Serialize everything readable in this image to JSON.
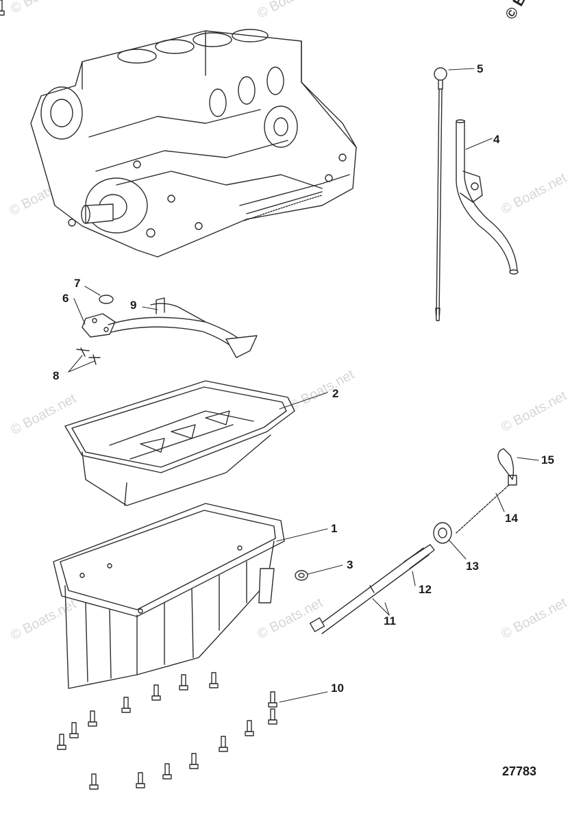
{
  "diagram": {
    "figure_number": "27783",
    "watermark_text": "© Boats.net",
    "copyright_mark": "© B",
    "line_color": "#2b2b2b",
    "callouts": [
      {
        "id": "1",
        "label": "1"
      },
      {
        "id": "2",
        "label": "2"
      },
      {
        "id": "3",
        "label": "3"
      },
      {
        "id": "4",
        "label": "4"
      },
      {
        "id": "5",
        "label": "5"
      },
      {
        "id": "6",
        "label": "6"
      },
      {
        "id": "7",
        "label": "7"
      },
      {
        "id": "8",
        "label": "8"
      },
      {
        "id": "9",
        "label": "9"
      },
      {
        "id": "10",
        "label": "10"
      },
      {
        "id": "11",
        "label": "11"
      },
      {
        "id": "12",
        "label": "12"
      },
      {
        "id": "13",
        "label": "13"
      },
      {
        "id": "14",
        "label": "14"
      },
      {
        "id": "15",
        "label": "15"
      }
    ]
  }
}
